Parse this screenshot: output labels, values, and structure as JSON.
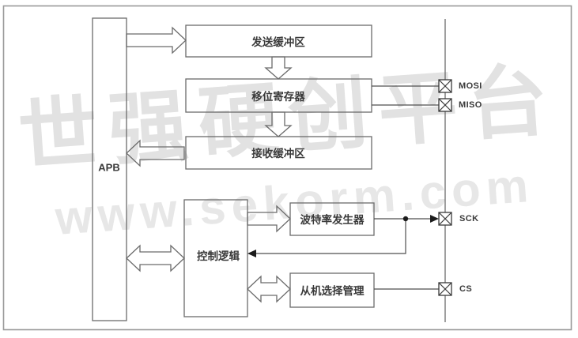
{
  "diagram": {
    "bus_label": "APB",
    "blocks": {
      "tx_buffer": "发送缓冲区",
      "shift_register": "移位寄存器",
      "rx_buffer": "接收缓冲区",
      "control_logic": "控制逻辑",
      "baud_generator": "波特率发生器",
      "slave_select": "从机选择管理"
    },
    "pins": {
      "mosi": "MOSI",
      "miso": "MISO",
      "sck": "SCK",
      "cs": "CS"
    }
  },
  "watermark": {
    "line1": "世强硬创平台",
    "line2": "www.sekorm.com"
  },
  "colors": {
    "line": "#6b6b6b",
    "text": "#3a3a3a",
    "border": "#9a9a9a",
    "watermark_line1": "#e2e2e2",
    "watermark_line2": "#e7e7e7"
  }
}
